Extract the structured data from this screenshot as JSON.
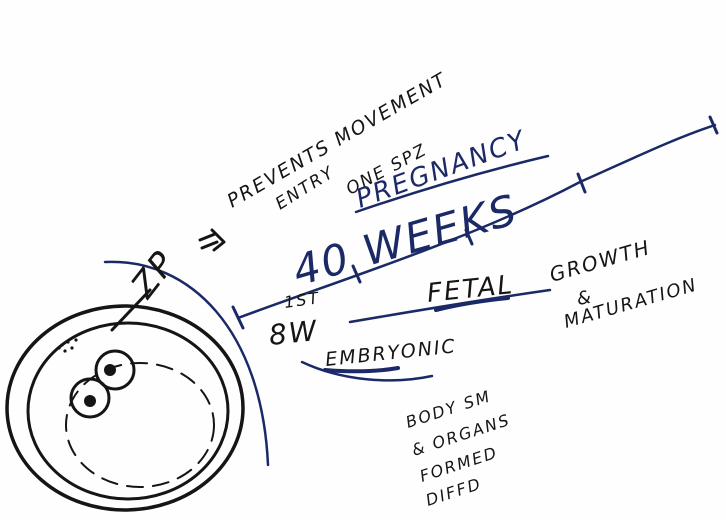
{
  "labels": {
    "zp": "ZP",
    "prevents_line1": "PREVENTS MOVEMENT",
    "prevents_line2": "ENTRY",
    "prevents_line3": "ONE SPZ",
    "pregnancy": "PREGNANCY",
    "weeks": "40 WEEKS",
    "first": "1ST",
    "eight_w": "8W",
    "fetal": "FETAL",
    "growth": "GROWTH",
    "amp": "&",
    "maturation": "MATURATION",
    "embryonic": "EMBRYONIC",
    "body_sm": "BODY SM",
    "organs": "& ORGANS",
    "formed": "FORMED",
    "diffd": "DIFFD"
  },
  "colors": {
    "ink": "#151515",
    "blue_ink": "#1b2a66"
  }
}
